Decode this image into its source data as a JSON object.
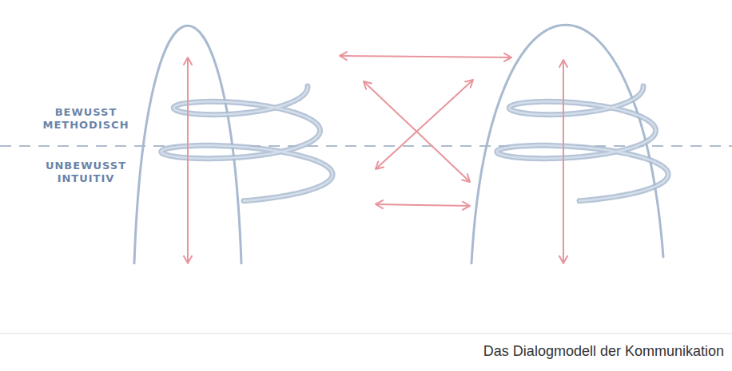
{
  "diagram": {
    "caption": "Das Dialogmodell der Kommunikation",
    "labels": [
      "BEWUSST METHODISCH",
      "UNBEWUSST INTUITIV"
    ]
  }
}
